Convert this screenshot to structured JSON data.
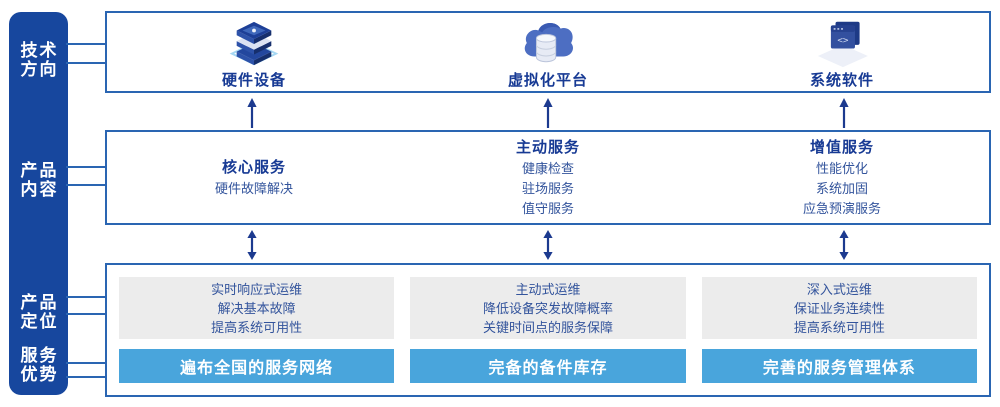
{
  "colors": {
    "sidebar_bg": "#17479e",
    "panel_border": "#2a65b2",
    "heading_navy": "#173a94",
    "body_text": "#33549c",
    "gray_box": "#ececec",
    "bar_blue": "#49a5dc",
    "arrow_navy": "#1c3a8f"
  },
  "sidebar": {
    "labels": [
      {
        "line1": "技术",
        "line2": "方向"
      },
      {
        "line1": "产品",
        "line2": "内容"
      },
      {
        "line1": "产品",
        "line2": "定位"
      },
      {
        "line1": "服务",
        "line2": "优势"
      }
    ]
  },
  "tech_row": {
    "items": [
      {
        "icon": "server-stack-icon",
        "label": "硬件设备"
      },
      {
        "icon": "cloud-database-icon",
        "label": "虚拟化平台"
      },
      {
        "icon": "code-window-icon",
        "label": "系统软件"
      }
    ]
  },
  "content_row": {
    "columns": [
      {
        "heading": "核心服务",
        "items": [
          "硬件故障解决"
        ]
      },
      {
        "heading": "主动服务",
        "items": [
          "健康检查",
          "驻场服务",
          "值守服务"
        ]
      },
      {
        "heading": "增值服务",
        "items": [
          "性能优化",
          "系统加固",
          "应急预演服务"
        ]
      }
    ]
  },
  "positioning_row": {
    "columns": [
      {
        "lines": [
          "实时响应式运维",
          "解决基本故障",
          "提高系统可用性"
        ],
        "bar": "遍布全国的服务网络"
      },
      {
        "lines": [
          "主动式运维",
          "降低设备突发故障概率",
          "关键时间点的服务保障"
        ],
        "bar": "完备的备件库存"
      },
      {
        "lines": [
          "深入式运维",
          "保证业务连续性",
          "提高系统可用性"
        ],
        "bar": "完善的服务管理体系"
      }
    ]
  }
}
